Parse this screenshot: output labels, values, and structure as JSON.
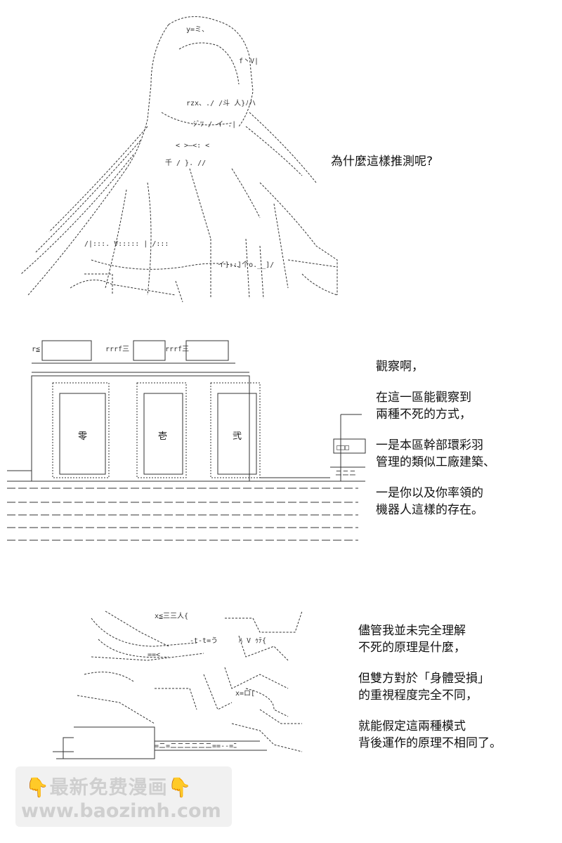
{
  "panels": [
    {
      "id": "panel-1",
      "dialog": [
        "為什麼這樣推測呢?"
      ]
    },
    {
      "id": "panel-2",
      "building_labels": [
        "零",
        "壱",
        "弐"
      ],
      "dialog_blocks": [
        [
          "觀察啊，"
        ],
        [
          "在這一區能觀察到",
          "兩種不死的方式，"
        ],
        [
          "一是本區幹部環彩羽",
          "管理的類似工廠建築、"
        ],
        [
          "一是你以及你率領的",
          "機器人這樣的存在。"
        ]
      ]
    },
    {
      "id": "panel-3",
      "dialog_blocks": [
        [
          "儘管我並未完全理解",
          "不死的原理是什麼，"
        ],
        [
          "但雙方對於「身體受損」",
          "的重視程度完全不同，"
        ],
        [
          "就能假定這兩種模式",
          "背後運作的原理不相同了。"
        ]
      ]
    }
  ],
  "watermark": {
    "line1": "最新免费漫画",
    "line2": "www.baozimh.com",
    "icon": "pointing-down-hand-icon",
    "icon_color": "#e7a21e",
    "text_color": "#cfcfcf"
  }
}
